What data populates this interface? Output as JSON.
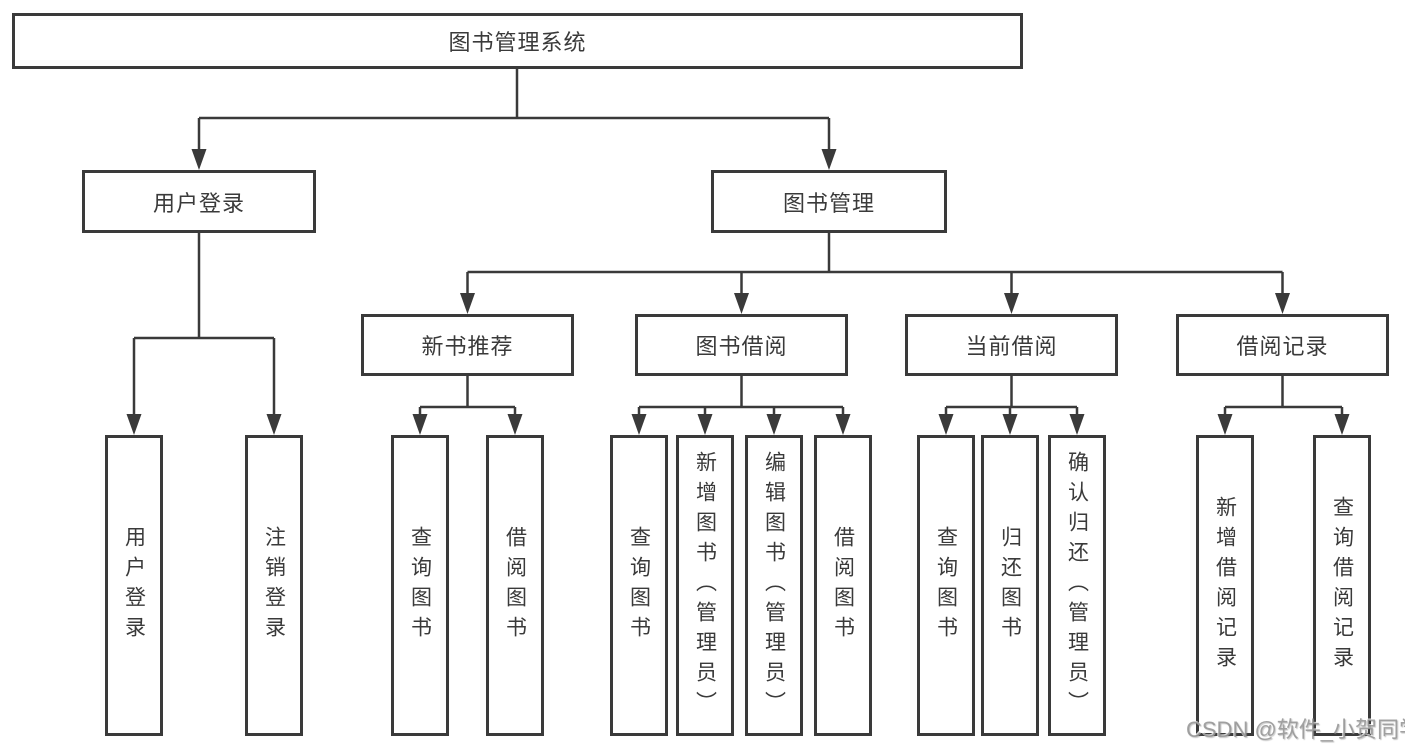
{
  "tree": {
    "root": {
      "label": "图书管理系统"
    },
    "branches": [
      {
        "label": "用户登录",
        "children": [
          {
            "label": "用户登录"
          },
          {
            "label": "注销登录"
          }
        ]
      },
      {
        "label": "图书管理",
        "children": [
          {
            "label": "新书推荐",
            "children": [
              {
                "label": "查询图书"
              },
              {
                "label": "借阅图书"
              }
            ]
          },
          {
            "label": "图书借阅",
            "children": [
              {
                "label": "查询图书"
              },
              {
                "label": "新增图书（管理员）"
              },
              {
                "label": "编辑图书（管理员）"
              },
              {
                "label": "借阅图书"
              }
            ]
          },
          {
            "label": "当前借阅",
            "children": [
              {
                "label": "查询图书"
              },
              {
                "label": "归还图书"
              },
              {
                "label": "确认归还（管理员）"
              }
            ]
          },
          {
            "label": "借阅记录",
            "children": [
              {
                "label": "新增借阅记录"
              },
              {
                "label": "查询借阅记录"
              }
            ]
          }
        ]
      }
    ]
  },
  "watermark": "CSDN @软件_小贺同学",
  "colors": {
    "line": "#3a3a3a",
    "text": "#3a3a3a",
    "background": "#ffffff",
    "watermark": "#969696"
  }
}
